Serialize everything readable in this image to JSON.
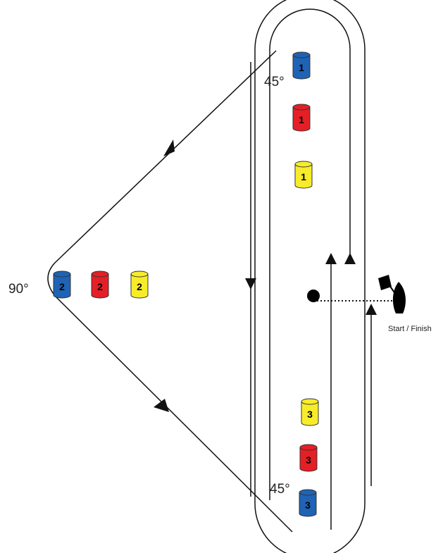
{
  "labels": {
    "angle_top": "45°",
    "angle_left": "90°",
    "angle_bottom": "45°",
    "start_finish": "Start  / Finish"
  },
  "colors": {
    "blue": "#1f63b5",
    "red": "#e41f26",
    "yellow": "#f7ec2a",
    "line": "#111111"
  },
  "buoys": [
    {
      "number": "1",
      "color": "blue"
    },
    {
      "number": "1",
      "color": "red"
    },
    {
      "number": "1",
      "color": "yellow"
    },
    {
      "number": "2",
      "color": "blue"
    },
    {
      "number": "2",
      "color": "red"
    },
    {
      "number": "2",
      "color": "yellow"
    },
    {
      "number": "3",
      "color": "yellow"
    },
    {
      "number": "3",
      "color": "red"
    },
    {
      "number": "3",
      "color": "blue"
    }
  ]
}
